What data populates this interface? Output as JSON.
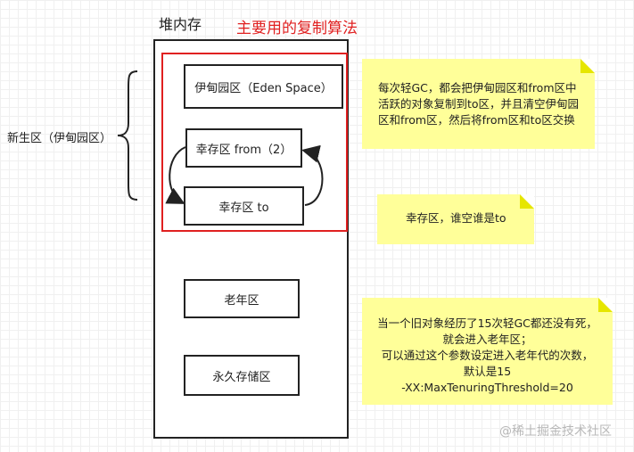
{
  "heap_title": "堆内存",
  "algorithm_title": "主要用的复制算法",
  "young_gen_label": "新生区（伊甸园区）",
  "boxes": {
    "eden": "伊甸园区（Eden Space）",
    "survivor_from": "幸存区 from（2）",
    "survivor_to": "幸存区 to",
    "old_gen": "老年区",
    "perm_gen": "永久存储区"
  },
  "notes": {
    "gc_note": [
      "每次轻GC，都会把伊甸园区和from区中",
      "活跃的对象复制到to区，并且清空伊甸园",
      "区和from区，然后将from区和to区交换"
    ],
    "survivor_note": "幸存区，谁空谁是to",
    "old_note": [
      "当一个旧对象经历了15次轻GC都还没有死，",
      "就会进入老年区；",
      "可以通过这个参数设定进入老年代的次数，",
      "默认是15",
      "-XX:MaxTenuringThreshold=20"
    ]
  },
  "watermark": "@稀土掘金技术社区",
  "colors": {
    "accent_red": "#e02020",
    "note_yellow": "#ffff99",
    "border": "#222222"
  }
}
